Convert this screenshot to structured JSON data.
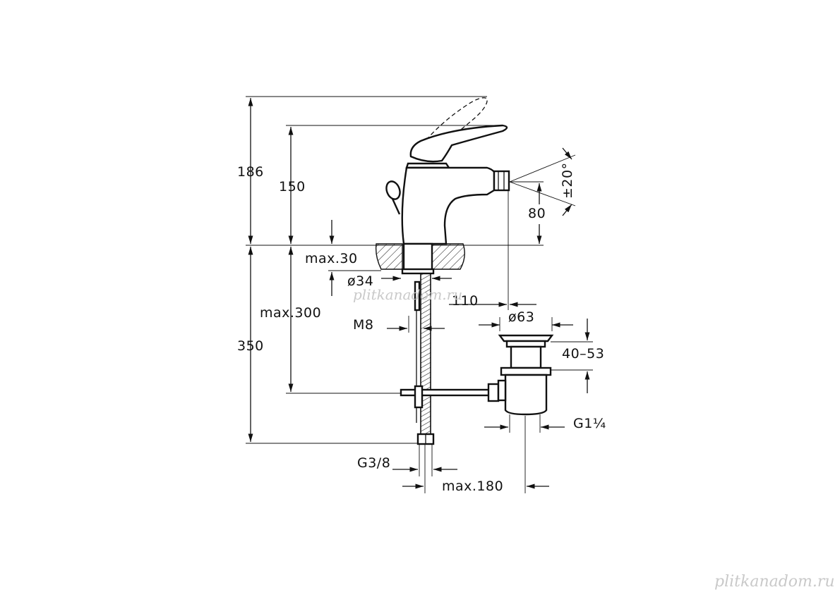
{
  "drawing": {
    "heights": {
      "overall_lever_open": "186",
      "overall": "150",
      "spout_height": "80",
      "below_counter": "350",
      "max_hose": "max.300"
    },
    "countertop": {
      "max_thickness": "max.30",
      "hole_diameter": "ø34"
    },
    "spout": {
      "projection": "110",
      "swivel_angle": "±20°"
    },
    "fixing_rod": "M8",
    "waste": {
      "diameter": "ø63",
      "adjustment": "40–53",
      "thread": "G1¼"
    },
    "supply": {
      "thread": "G3/8",
      "max_distance": "max.180"
    },
    "watermarks": {
      "center": "plitkanadom.ru",
      "corner": "plitkanadom.ru"
    }
  }
}
